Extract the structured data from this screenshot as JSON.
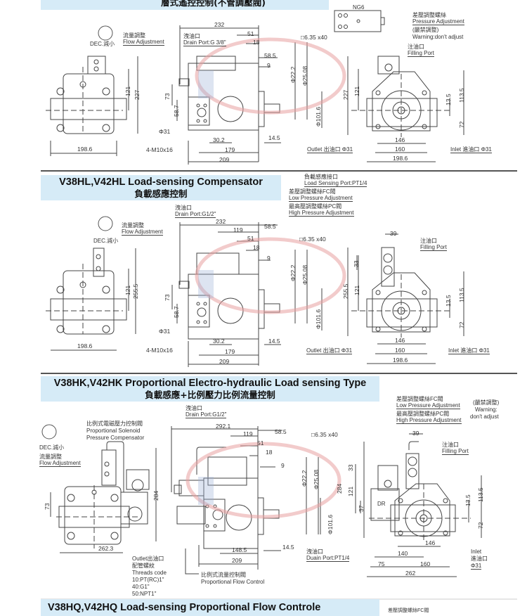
{
  "sections": [
    {
      "id": "remote",
      "title_en": "",
      "title_zh": "層式遙控控制(不管調壓閥)",
      "front": {
        "dec_label": "DEC.減小",
        "flow_adj_zh": "流量調整",
        "flow_adj_en": "Flow Adjustment",
        "dims": {
          "width": "198.6",
          "h1": "121",
          "h2": "227"
        }
      },
      "side": {
        "drain_zh": "洩油口",
        "drain_en": "Drain Port:G 3/8\"",
        "dims": {
          "overall": "232",
          "d51": "51",
          "d18": "18",
          "d58_5": "58.5",
          "d9": "9",
          "d73": "73",
          "d58_7": "58.7",
          "phi31": "Φ31",
          "bolts": "4-M10x16",
          "d30_2": "30.2",
          "d179": "179",
          "d209": "209",
          "d14_5": "14.5"
        },
        "shaft": {
          "key": "□6.35",
          "key_len": "x40",
          "phi22": "Φ22.2",
          "phi25": "Φ25.08",
          "phi101": "Φ101.6"
        }
      },
      "ng6_label": "NG6",
      "rear": {
        "callouts": [
          {
            "zh": "差壓調整螺絲",
            "en": "Pressure Adjustment"
          },
          {
            "zh": "(嚴禁調整)",
            "en": "Warning:don't adjust"
          },
          {
            "zh": "注油口",
            "en": "Filling Port"
          }
        ],
        "outlet": "Outlet 出油口 Φ31",
        "inlet": "Inlet 進油口 Φ31",
        "dims": {
          "h227": "227",
          "h121": "121",
          "h13_5": "13.5",
          "h113_5": "113.5",
          "h72": "72",
          "w146": "146",
          "w160": "160",
          "w198_6": "198.6"
        }
      }
    },
    {
      "id": "hl",
      "title_en": "V38HL,V42HL Load-sensing Compensator",
      "title_zh": "負載感應控制",
      "front": {
        "dec_label": "DEC.減小",
        "flow_adj_zh": "流量調整",
        "flow_adj_en": "Flow Adjustment",
        "dims": {
          "width": "198.6",
          "h1": "121",
          "h2": "255.5"
        }
      },
      "side": {
        "drain_zh": "洩油口",
        "drain_en": "Drain Port:G1/2\"",
        "dims": {
          "overall": "232",
          "d119": "119",
          "d51": "51",
          "d18": "18",
          "d58_5": "58.5",
          "d9": "9",
          "d73": "73",
          "d58_7": "58.7",
          "phi31": "Φ31",
          "bolts": "4-M10x16",
          "d30_2": "30.2",
          "d179": "179",
          "d209": "209",
          "d14_5": "14.5"
        },
        "shaft": {
          "key": "□6.35",
          "key_len": "x40",
          "phi22": "Φ22.2",
          "phi25": "Φ25.08",
          "phi101": "Φ101.6"
        }
      },
      "rear": {
        "callouts": [
          {
            "zh": "負載感應接口",
            "en": "Load Sensing Port:PT1/4"
          },
          {
            "zh": "差壓調整螺絲FC閥",
            "en": "Low Pressure Adjustment"
          },
          {
            "zh": "最高壓調整螺絲PC閥",
            "en": "High Pressure Adjustment"
          },
          {
            "zh": "注油口",
            "en": "Filling Port"
          }
        ],
        "outlet": "Outlet 出油口 Φ31",
        "inlet": "Inlet 進油口 Φ31",
        "dims": {
          "w39": "39",
          "h33": "33",
          "h255_5": "255.5",
          "h121": "121",
          "h13_5": "13.5",
          "h113_5": "113.5",
          "h72": "72",
          "w146": "146",
          "w160": "160",
          "w198_6": "198.6"
        }
      }
    },
    {
      "id": "hk",
      "title_en": "V38HK,V42HK Proportional Electro-hydraulic Load sensing Type",
      "title_zh": "負載感應+比例壓力比例流量控制",
      "front": {
        "dec_label": "DEC.減小",
        "flow_adj_zh": "流量調整",
        "flow_adj_en": "Flow Adjustment",
        "solenoid_zh": "比例式電磁壓力控制閥",
        "solenoid_en1": "Proportional Solenoid",
        "solenoid_en2": "Pressure Compensator",
        "dims": {
          "width": "262.3",
          "h73": "73",
          "h284": "284"
        },
        "outlet_lines": [
          "Outlet出油口",
          "配管螺紋",
          "Threads code",
          "10:PT(RC)1\"",
          "40:G1\"",
          "50:NPT1\""
        ]
      },
      "side": {
        "drain_zh": "洩油口",
        "drain_en": "Drain Port:G1/2\"",
        "flow_ctrl_zh": "比例式流量控制閥",
        "flow_ctrl_en": "Proportional Flow Control",
        "dims": {
          "overall": "292.1",
          "d119": "119",
          "d51": "51",
          "d18": "18",
          "d58_5": "58.5",
          "d9": "9",
          "d148_5": "148.5",
          "d209": "209",
          "d14_5": "14.5"
        },
        "shaft": {
          "key": "□6.35",
          "key_len": "x40",
          "phi22": "Φ22.2",
          "phi25": "Φ25.08",
          "phi101": "Φ101.6"
        }
      },
      "rear": {
        "callouts": [
          {
            "zh": "差壓調整螺絲FC閥",
            "en": "Low Pressure Adjustment"
          },
          {
            "zh": "最高壓調整螺絲PC閥",
            "en": "High Pressure Adjustment"
          },
          {
            "zh": "注油口",
            "en": "Filling Port"
          }
        ],
        "warning_zh": "(嚴禁調整)",
        "warning_en1": "Warning:",
        "warning_en2": "don't adjust",
        "dr": "DR",
        "drain2_zh": "洩油口",
        "drain2_en": "Duain Port:PT1/4",
        "inlet_lines": [
          "Inlet",
          "進油口",
          "Φ31"
        ],
        "dims": {
          "w39": "39",
          "h284": "284",
          "h33": "33",
          "h121": "121",
          "h37": "37",
          "h13_5": "13.5",
          "h113_5": "113.5",
          "h72": "72",
          "w146": "146",
          "w140": "140",
          "w75": "75",
          "w160": "160",
          "w262": "262"
        }
      }
    },
    {
      "id": "hq",
      "title_en": "V38HQ,V42HQ Load-sensing Proportional Flow Controle",
      "title_zh": "",
      "partial_callout": "差壓調整螺絲FC閥"
    }
  ],
  "colors": {
    "header_bg": "#d6ebf7",
    "rule": "#555555",
    "line": "#444444",
    "watermark_red": "#e8a0a0",
    "watermark_blue": "#9fb3d8"
  }
}
